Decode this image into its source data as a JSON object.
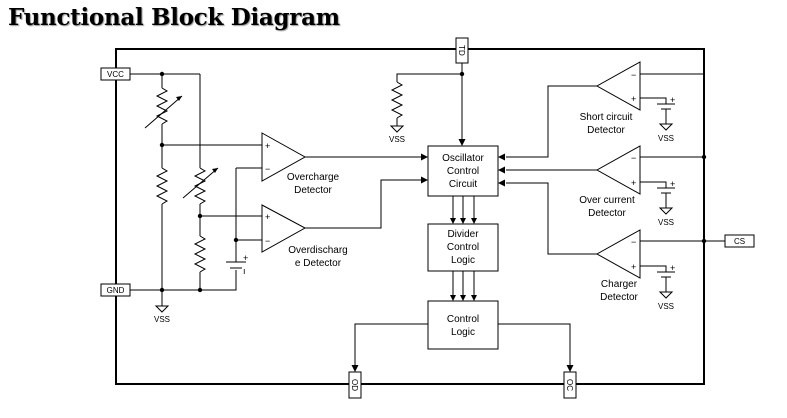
{
  "title": "Functional Block Diagram",
  "pins": {
    "vcc": "VCC",
    "gnd": "GND",
    "td": "TD",
    "cs": "CS",
    "od": "OD",
    "oc": "OC"
  },
  "blocks": {
    "oscillator": [
      "Oscillator",
      "Control",
      "Circuit"
    ],
    "divider": [
      "Divider",
      "Control",
      "Logic"
    ],
    "control": [
      "Control",
      "Logic"
    ]
  },
  "comparators": {
    "overcharge": [
      "Overcharge",
      "Detector"
    ],
    "overdischarge": [
      "Overdischarg",
      "e Detector"
    ],
    "short_circuit": [
      "Short circuit",
      "Detector"
    ],
    "over_current": [
      "Over current",
      "Detector"
    ],
    "charger": [
      "Charger",
      "Detector"
    ]
  },
  "vss_label": "VSS",
  "plus_sign": "+",
  "minus_sign": "−",
  "small_sign": "ı"
}
